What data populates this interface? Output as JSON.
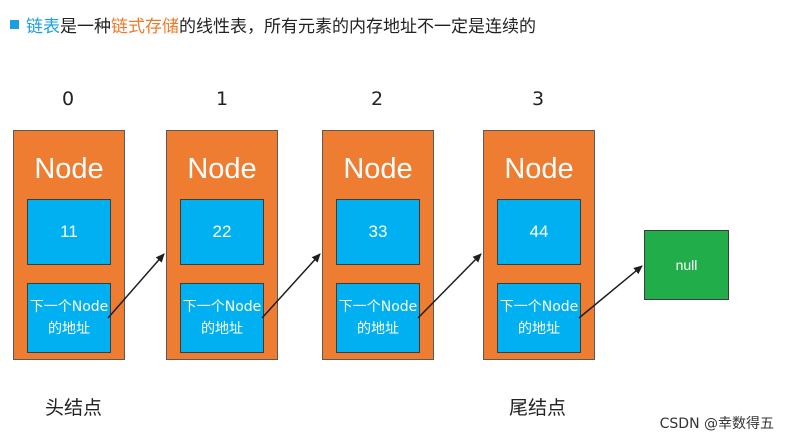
{
  "header": {
    "part1": "链表",
    "part2": "是一种",
    "part3": "链式存储",
    "part4": "的线性表，所有元素的内存地址不一定是连续的",
    "colors": {
      "accent_blue": "#1a9fe0",
      "accent_orange": "#ef7a2a"
    }
  },
  "nodes": [
    {
      "index": "0",
      "title": "Node",
      "value": "11",
      "next_line1": "下一个Node",
      "next_line2": "的地址"
    },
    {
      "index": "1",
      "title": "Node",
      "value": "22",
      "next_line1": "下一个Node",
      "next_line2": "的地址"
    },
    {
      "index": "2",
      "title": "Node",
      "value": "33",
      "next_line1": "下一个Node",
      "next_line2": "的地址"
    },
    {
      "index": "3",
      "title": "Node",
      "value": "44",
      "next_line1": "下一个Node",
      "next_line2": "的地址"
    }
  ],
  "null_label": "null",
  "labels": {
    "head": "头结点",
    "tail": "尾结点"
  },
  "colors": {
    "node": "#ee7d31",
    "field": "#00b0f0",
    "null": "#22ad4b"
  },
  "watermark": "CSDN @幸数得五"
}
